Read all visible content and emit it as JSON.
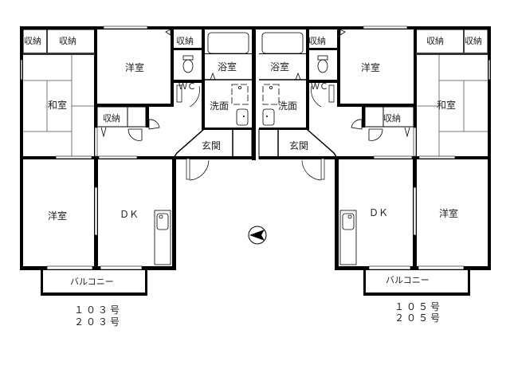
{
  "floorplan": {
    "colors": {
      "wall": "#000000",
      "line": "#555555",
      "background": "#ffffff"
    },
    "units": [
      {
        "side": "left",
        "unit_numbers": [
          "１０３号",
          "２０３号"
        ],
        "rooms": {
          "closet_a": "収納",
          "closet_b": "収納",
          "washitsu": "和室",
          "yoshitsu_upper": "洋室",
          "closet_mid": "収納",
          "closet_wc": "収納",
          "wc": "ＷＣ",
          "bath": "浴室",
          "washroom": "洗面",
          "entrance": "玄関",
          "yoshitsu_lower": "洋室",
          "dk": "ＤＫ",
          "balcony": "バルコニー"
        }
      },
      {
        "side": "right",
        "unit_numbers": [
          "１０５号",
          "２０５号"
        ],
        "rooms": {
          "closet_a": "収納",
          "closet_b": "収納",
          "washitsu": "和室",
          "yoshitsu_upper": "洋室",
          "closet_mid": "収納",
          "closet_wc": "収納",
          "wc": "ＷＣ",
          "bath": "浴室",
          "washroom": "洗面",
          "entrance": "玄関",
          "yoshitsu_lower": "洋室",
          "dk": "ＤＫ",
          "balcony": "バルコニー"
        }
      }
    ],
    "compass": {
      "icon": "north-arrow-icon",
      "direction": "left"
    }
  }
}
